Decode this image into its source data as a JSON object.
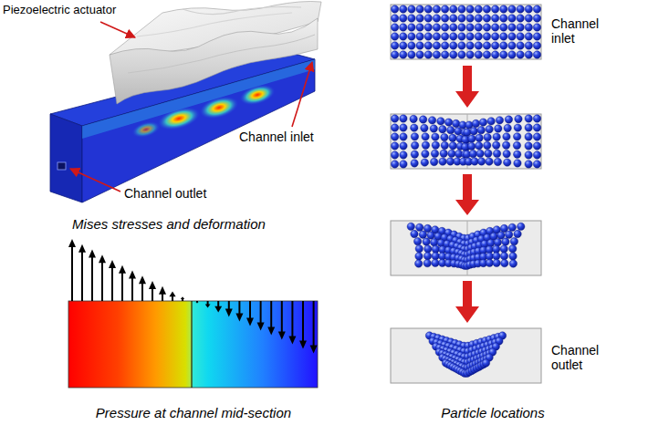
{
  "diagram": {
    "labels": [
      "Piezoelectric actuator",
      "Channel inlet",
      "Channel inlet",
      "Channel outlet",
      "Mises stresses and deformation",
      "Channel outlet",
      "Pressure at channel mid-section",
      "Particle locations"
    ]
  }
}
